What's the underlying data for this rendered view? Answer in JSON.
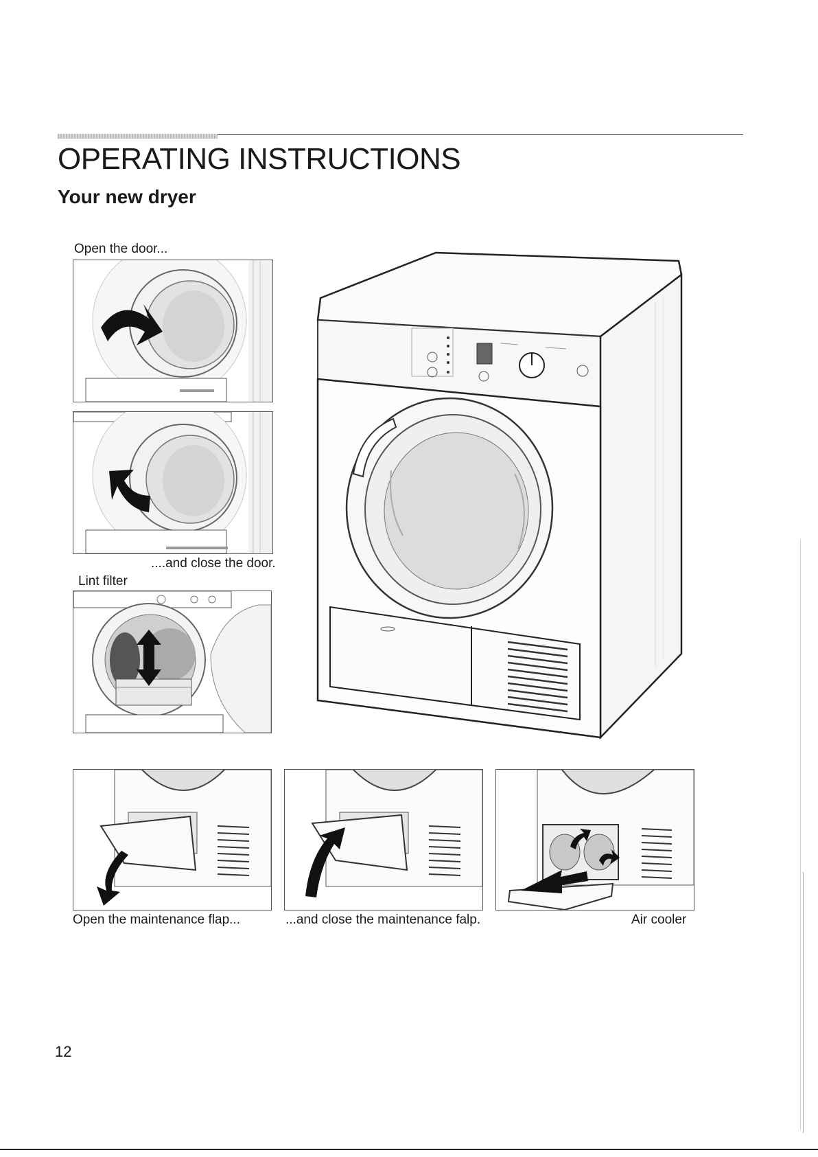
{
  "header": {
    "title": "OPERATING INSTRUCTIONS",
    "subtitle": "Your new dryer"
  },
  "captions": {
    "open_door": "Open the door...",
    "close_door": "....and close the door.",
    "lint_filter": "Lint filter",
    "open_flap": "Open the maintenance flap...",
    "close_flap": "...and close the maintenance falp.",
    "air_cooler": "Air cooler"
  },
  "footer": {
    "page_number": "12"
  }
}
